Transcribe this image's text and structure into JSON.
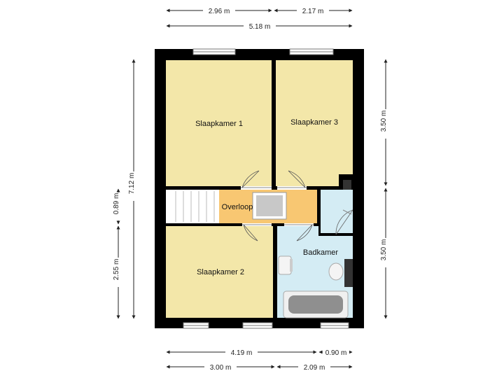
{
  "rooms": {
    "slaapkamer1": "Slaapkamer 1",
    "slaapkamer3": "Slaapkamer 3",
    "overloop": "Overloop",
    "slaapkamer2": "Slaapkamer 2",
    "badkamer": "Badkamer"
  },
  "dimensions": {
    "top_a": "2.96 m",
    "top_b": "2.17 m",
    "top_total": "5.18 m",
    "left_total": "7.12 m",
    "left_a": "0.89 m",
    "left_b": "2.55 m",
    "right_a": "3.50 m",
    "right_b": "3.50 m",
    "bottom_a": "4.19 m",
    "bottom_b": "0.90 m",
    "bottom_c": "3.00 m",
    "bottom_d": "2.09 m"
  },
  "colors": {
    "bedroom": "#f3e7a9",
    "landing": "#f8c772",
    "bathroom": "#d4ecf4",
    "stairs": "#ffffff",
    "wall": "#000000",
    "dimension_line": "#222222"
  }
}
